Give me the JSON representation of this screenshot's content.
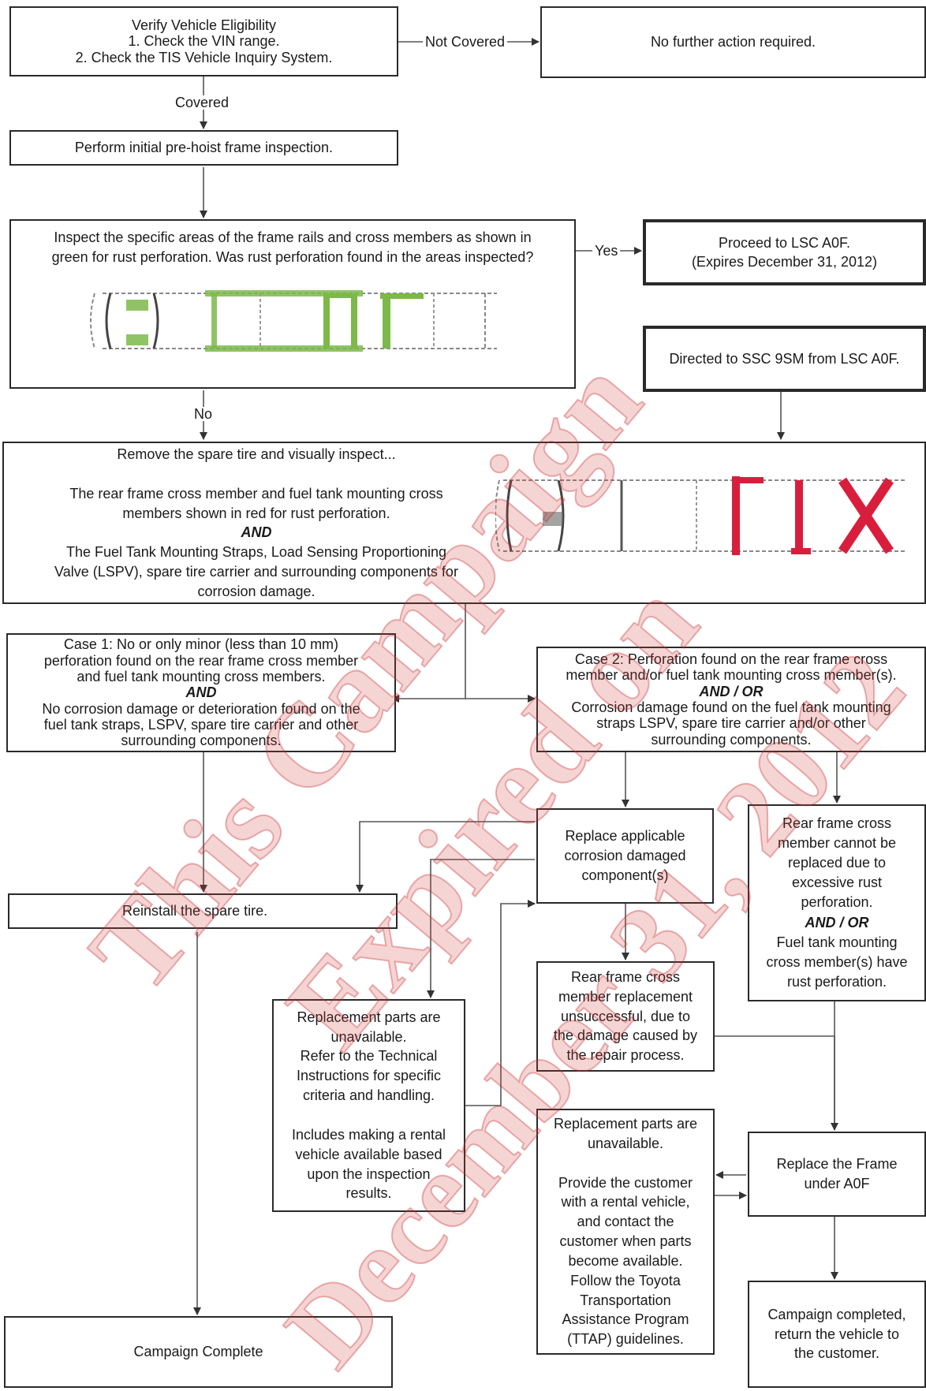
{
  "flow": {
    "verify": [
      "Verify Vehicle Eligibility",
      "1. Check the VIN range.",
      "2. Check the TIS Vehicle Inquiry System."
    ],
    "not_covered_label": "Not Covered",
    "no_action": "No further action required.",
    "covered_label": "Covered",
    "pre_hoist": "Perform initial pre-hoist frame inspection.",
    "inspect": [
      "Inspect the specific areas of the frame rails and cross members as shown in",
      "green for rust perforation.  Was rust perforation found in the areas inspected?"
    ],
    "yes_label": "Yes",
    "lsc": [
      "Proceed to LSC A0F.",
      "(Expires December 31, 2012)"
    ],
    "directed": "Directed to SSC 9SM from LSC A0F.",
    "no_label": "No",
    "remove_spare": {
      "line1": "Remove the spare tire and visually inspect...",
      "line2": [
        "The rear frame cross member and fuel tank mounting cross",
        "members shown in red for rust perforation."
      ],
      "and": "AND",
      "line3": [
        "The Fuel Tank Mounting Straps, Load Sensing Proportioning",
        "Valve (LSPV), spare tire carrier and surrounding components for",
        "corrosion damage."
      ]
    },
    "case1": {
      "top": [
        "Case 1: No or only minor (less than 10 mm)",
        "perforation found on the rear frame cross member",
        "and fuel tank mounting cross members."
      ],
      "and": "AND",
      "bottom": [
        "No corrosion damage or deterioration found on the",
        "fuel tank straps, LSPV, spare tire carrier and other",
        "surrounding components."
      ]
    },
    "case2": {
      "top": [
        "Case 2: Perforation found on the rear frame cross",
        "member and/or fuel tank mounting cross member(s)."
      ],
      "andor": "AND / OR",
      "bottom": [
        "Corrosion damage found on the fuel tank mounting",
        "straps LSPV, spare tire carrier and/or other",
        "surrounding components."
      ]
    },
    "replace_applicable": [
      "Replace applicable",
      "corrosion damaged",
      "component(s)"
    ],
    "rear_cannot": {
      "top": [
        "Rear frame cross",
        "member cannot be",
        "replaced due to",
        "excessive rust",
        "perforation."
      ],
      "andor": "AND / OR",
      "bottom": [
        "Fuel tank mounting",
        "cross member(s) have",
        "rust perforation."
      ]
    },
    "reinstall": "Reinstall the spare tire.",
    "rear_unsuccessful": [
      "Rear frame cross",
      "member replacement",
      "unsuccessful, due to",
      "the damage caused by",
      "the repair process."
    ],
    "parts_unavailable_left": {
      "top": [
        "Replacement parts are",
        "unavailable.",
        "Refer to the Technical",
        "Instructions for specific",
        "criteria and handling."
      ],
      "bottom": [
        "Includes making a rental",
        "vehicle available based",
        "upon the inspection",
        "results."
      ]
    },
    "parts_unavailable_right": {
      "top": [
        "Replacement parts are",
        "unavailable."
      ],
      "bottom": [
        "Provide the customer",
        "with a rental vehicle,",
        "and contact the",
        "customer when parts",
        "become available.",
        "Follow the Toyota",
        "Transportation",
        "Assistance Program",
        "(TTAP) guidelines."
      ]
    },
    "replace_frame": [
      "Replace the Frame",
      "under A0F"
    ],
    "campaign_complete": "Campaign Complete",
    "campaign_completed": [
      "Campaign completed,",
      "return the vehicle to",
      "the customer."
    ]
  },
  "watermark": [
    "This Campaign",
    "Expired on",
    "December 31, 2012"
  ],
  "colors": {
    "highlight_green": "#7db84a",
    "highlight_red": "#d81e3c",
    "watermark": "#d23c3c"
  }
}
